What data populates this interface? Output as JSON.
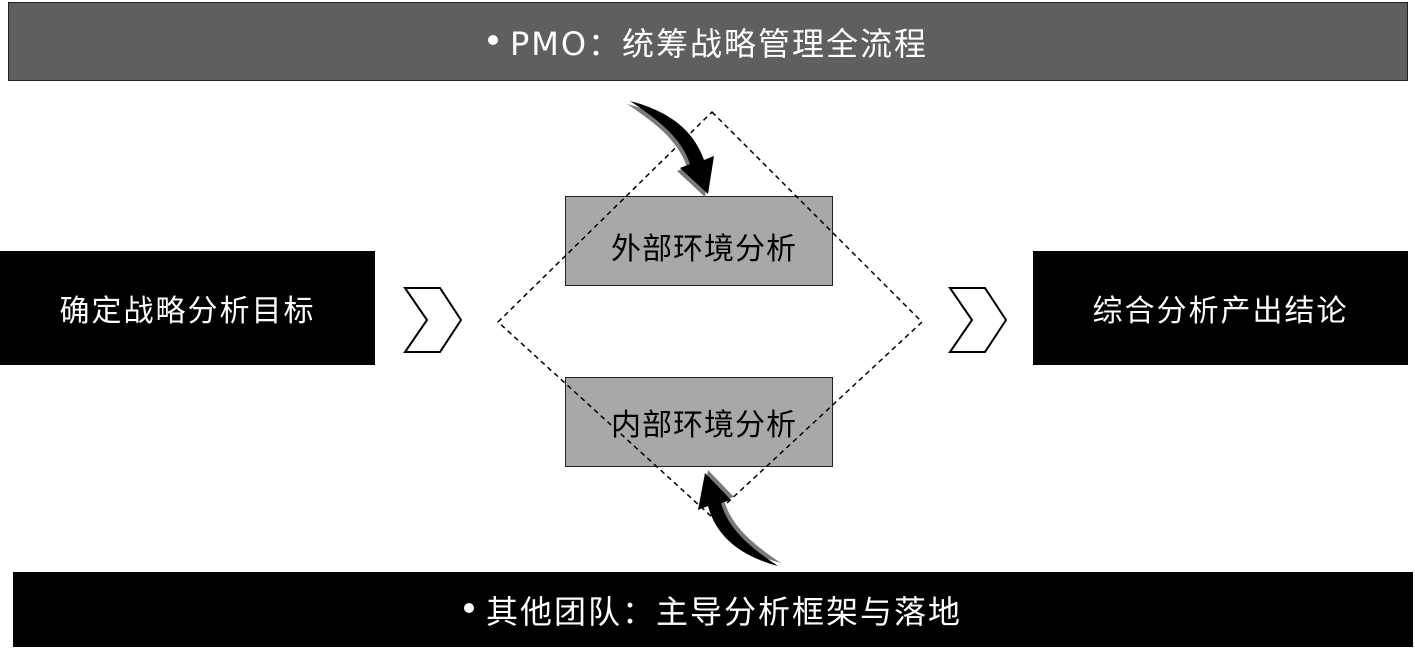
{
  "top_band": {
    "text": "PMO：统筹战略管理全流程"
  },
  "bottom_band": {
    "text": "其他团队：主导分析框架与落地"
  },
  "left_box": {
    "text": "确定战略分析目标"
  },
  "right_box": {
    "text": "综合分析产出结论"
  },
  "external_box": {
    "text": "外部环境分析"
  },
  "internal_box": {
    "text": "内部环境分析"
  },
  "icons": {
    "left_chevron": "chevron-right-icon",
    "right_chevron": "chevron-right-icon",
    "top_arrow": "curved-arrow-down-icon",
    "bottom_arrow": "curved-arrow-up-icon"
  },
  "colors": {
    "top_band": "#5f5f5f",
    "dark": "#000000",
    "grey_box": "#a8a8a8"
  }
}
